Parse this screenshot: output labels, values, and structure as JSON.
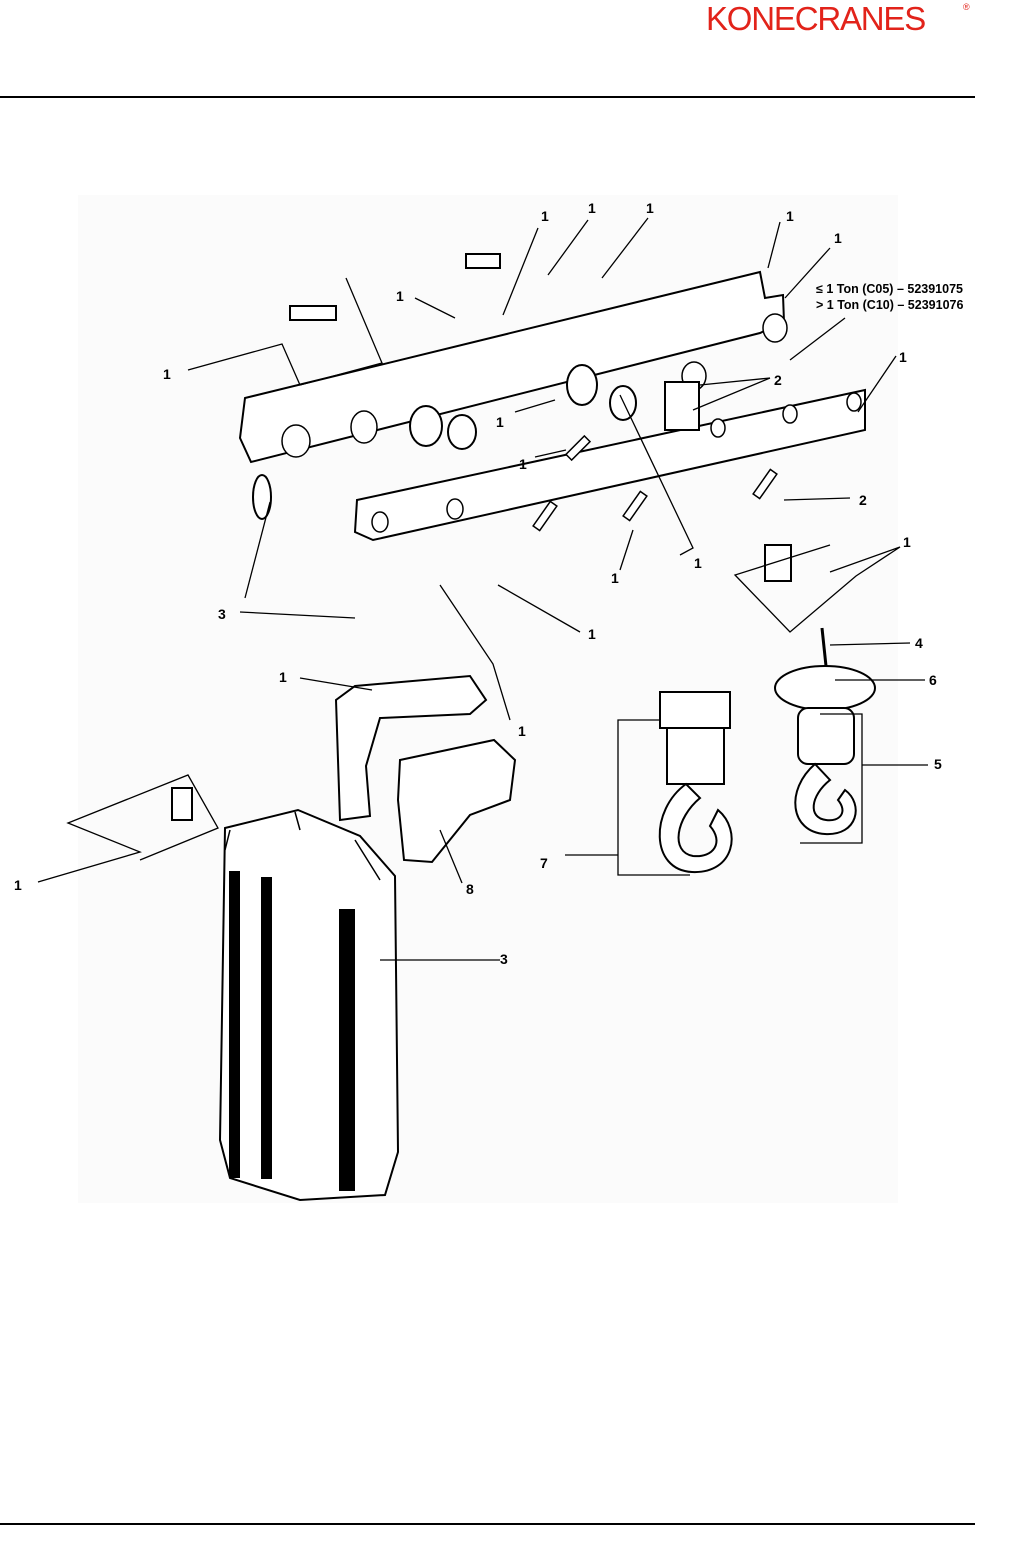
{
  "header": {
    "logo_text": "KONECRANES",
    "logo_mark": "®"
  },
  "figure": {
    "callouts": [
      {
        "id": "c1a",
        "text": "1"
      },
      {
        "id": "c1b",
        "text": "1"
      },
      {
        "id": "c1c",
        "text": "1"
      },
      {
        "id": "c1d",
        "text": "1"
      },
      {
        "id": "c1e",
        "text": "1"
      },
      {
        "id": "c1f",
        "text": "1"
      },
      {
        "id": "c1g",
        "text": "1"
      },
      {
        "id": "c1h",
        "text": "1"
      },
      {
        "id": "c1i",
        "text": "1"
      },
      {
        "id": "c1j",
        "text": "1"
      },
      {
        "id": "c1k",
        "text": "1"
      },
      {
        "id": "c1l",
        "text": "1"
      },
      {
        "id": "c1m",
        "text": "1"
      },
      {
        "id": "c1n",
        "text": "1"
      },
      {
        "id": "c1o",
        "text": "1"
      },
      {
        "id": "c1p",
        "text": "1"
      },
      {
        "id": "c1q",
        "text": "1"
      },
      {
        "id": "c2a",
        "text": "2"
      },
      {
        "id": "c2b",
        "text": "2"
      },
      {
        "id": "c3a",
        "text": "3"
      },
      {
        "id": "c3b",
        "text": "3"
      },
      {
        "id": "c4",
        "text": "4"
      },
      {
        "id": "c5",
        "text": "5"
      },
      {
        "id": "c6",
        "text": "6"
      },
      {
        "id": "c7",
        "text": "7"
      },
      {
        "id": "c8",
        "text": "8"
      }
    ],
    "note_line1": "≤ 1 Ton (C05) – 52391075",
    "note_line2": "> 1 Ton (C10) – 52391076"
  },
  "colors": {
    "brand": "#e2231a",
    "line": "#000000"
  }
}
